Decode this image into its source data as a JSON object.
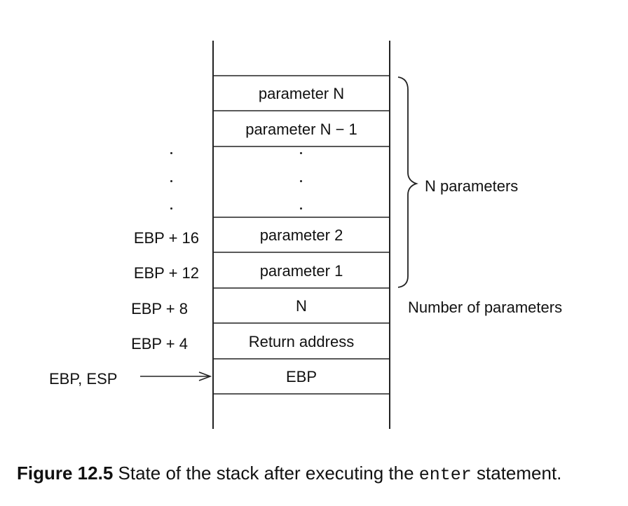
{
  "cells": {
    "c0": "parameter N",
    "c1": "parameter N − 1",
    "c3": "parameter 2",
    "c4": "parameter 1",
    "c5": "N",
    "c6": "Return address",
    "c7": "EBP"
  },
  "offsets": {
    "o3": "EBP + 16",
    "o4": "EBP + 12",
    "o5": "EBP + 8",
    "o6": "EBP + 4"
  },
  "pointer_label": "EBP, ESP",
  "annotations": {
    "n_parameters": "N parameters",
    "number_of_parameters": "Number of parameters"
  },
  "caption": {
    "label": "Figure 12.5",
    "text_before": " State of the stack after executing the ",
    "code": "enter",
    "text_after": " statement."
  }
}
